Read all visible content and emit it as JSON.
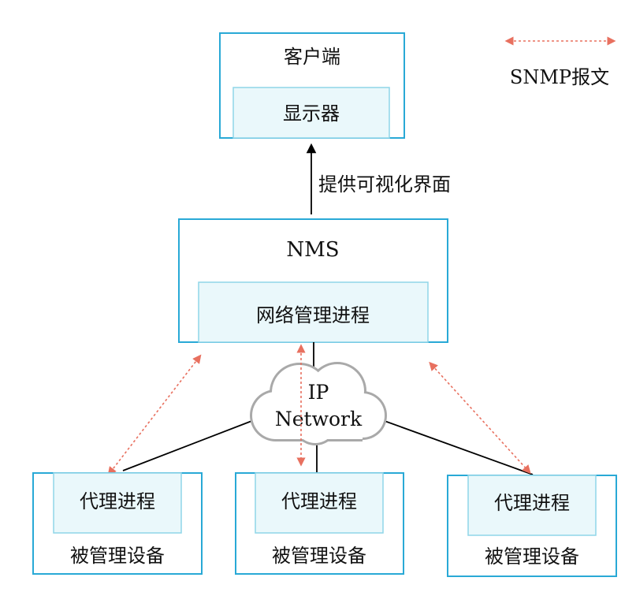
{
  "legend": {
    "label": "SNMP报文"
  },
  "client": {
    "title": "客户端",
    "inner": "显示器"
  },
  "edge_label": "提供可视化界面",
  "nms": {
    "title": "NMS",
    "inner": "网络管理进程"
  },
  "network": {
    "line1": "IP",
    "line2": "Network"
  },
  "devices": [
    {
      "inner": "代理进程",
      "title": "被管理设备"
    },
    {
      "inner": "代理进程",
      "title": "被管理设备"
    },
    {
      "inner": "代理进程",
      "title": "被管理设备"
    }
  ],
  "colors": {
    "outer_border": "#29a9d6",
    "inner_border": "#8fd6e8",
    "inner_fill": "#eaf8fb",
    "snmp_arrow": "#e8705f",
    "cloud_stroke": "#a9a9a9"
  }
}
